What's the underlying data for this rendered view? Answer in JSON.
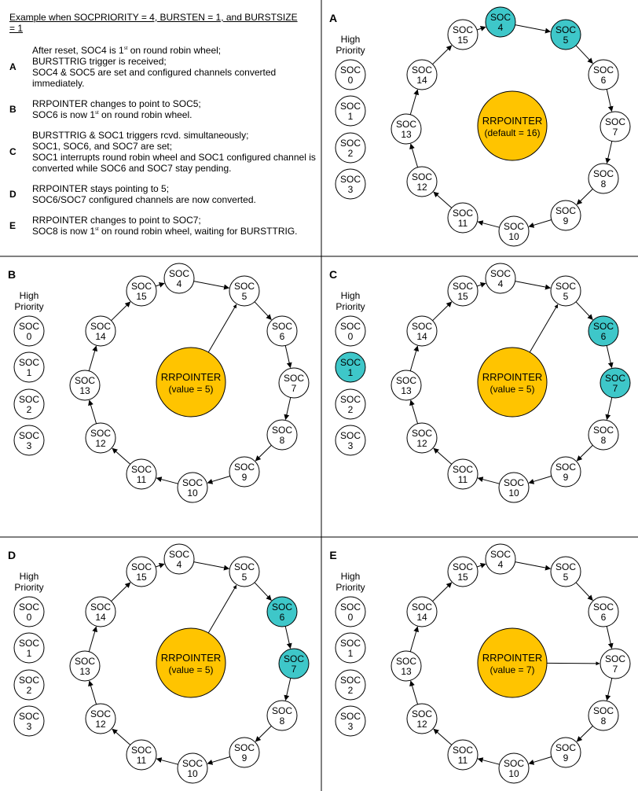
{
  "notes": {
    "title": "Example when SOCPRIORITY = 4, BURSTEN = 1, and BURSTSIZE = 1",
    "items": [
      {
        "letter": "A",
        "lines": [
          "After reset, SOC4 is 1st on round robin wheel;",
          "BURSTTRIG trigger is received;",
          "SOC4 & SOC5 are set and configured channels converted immediately."
        ]
      },
      {
        "letter": "B",
        "lines": [
          "RRPOINTER changes to point to SOC5;",
          "SOC6 is now 1st on round robin wheel."
        ]
      },
      {
        "letter": "C",
        "lines": [
          "BURSTTRIG & SOC1 triggers rcvd. simultaneously;",
          "SOC1, SOC6, and SOC7 are set;",
          "SOC1 interrupts round robin wheel and SOC1 configured channel is converted while SOC6 and SOC7 stay pending."
        ]
      },
      {
        "letter": "D",
        "lines": [
          "RRPOINTER stays pointing to 5;",
          "SOC6/SOC7 configured channels are now converted."
        ]
      },
      {
        "letter": "E",
        "lines": [
          "RRPOINTER changes to point to SOC7;",
          "SOC8 is now 1st on round robin wheel, waiting for BURSTTRIG."
        ]
      }
    ]
  },
  "common": {
    "soc_label": "SOC",
    "high_priority_line1": "High",
    "high_priority_line2": "Priority",
    "pointer_label": "RRPOINTER"
  },
  "colors": {
    "highlight": "#3EC7C9",
    "pointer": "#FFC400",
    "line": "#000000"
  },
  "panels": [
    {
      "label": "A",
      "pointer_value_text": "(default = 16)",
      "pointer_target": null,
      "highlighted": [
        4,
        5
      ],
      "priority_highlighted": []
    },
    {
      "label": "B",
      "pointer_value_text": "(value = 5)",
      "pointer_target": 5,
      "highlighted": [],
      "priority_highlighted": []
    },
    {
      "label": "C",
      "pointer_value_text": "(value = 5)",
      "pointer_target": 5,
      "highlighted": [
        6,
        7
      ],
      "priority_highlighted": [
        1
      ]
    },
    {
      "label": "D",
      "pointer_value_text": "(value = 5)",
      "pointer_target": 5,
      "highlighted": [
        6,
        7
      ],
      "priority_highlighted": []
    },
    {
      "label": "E",
      "pointer_value_text": "(value = 7)",
      "pointer_target": 7,
      "highlighted": [],
      "priority_highlighted": []
    }
  ]
}
